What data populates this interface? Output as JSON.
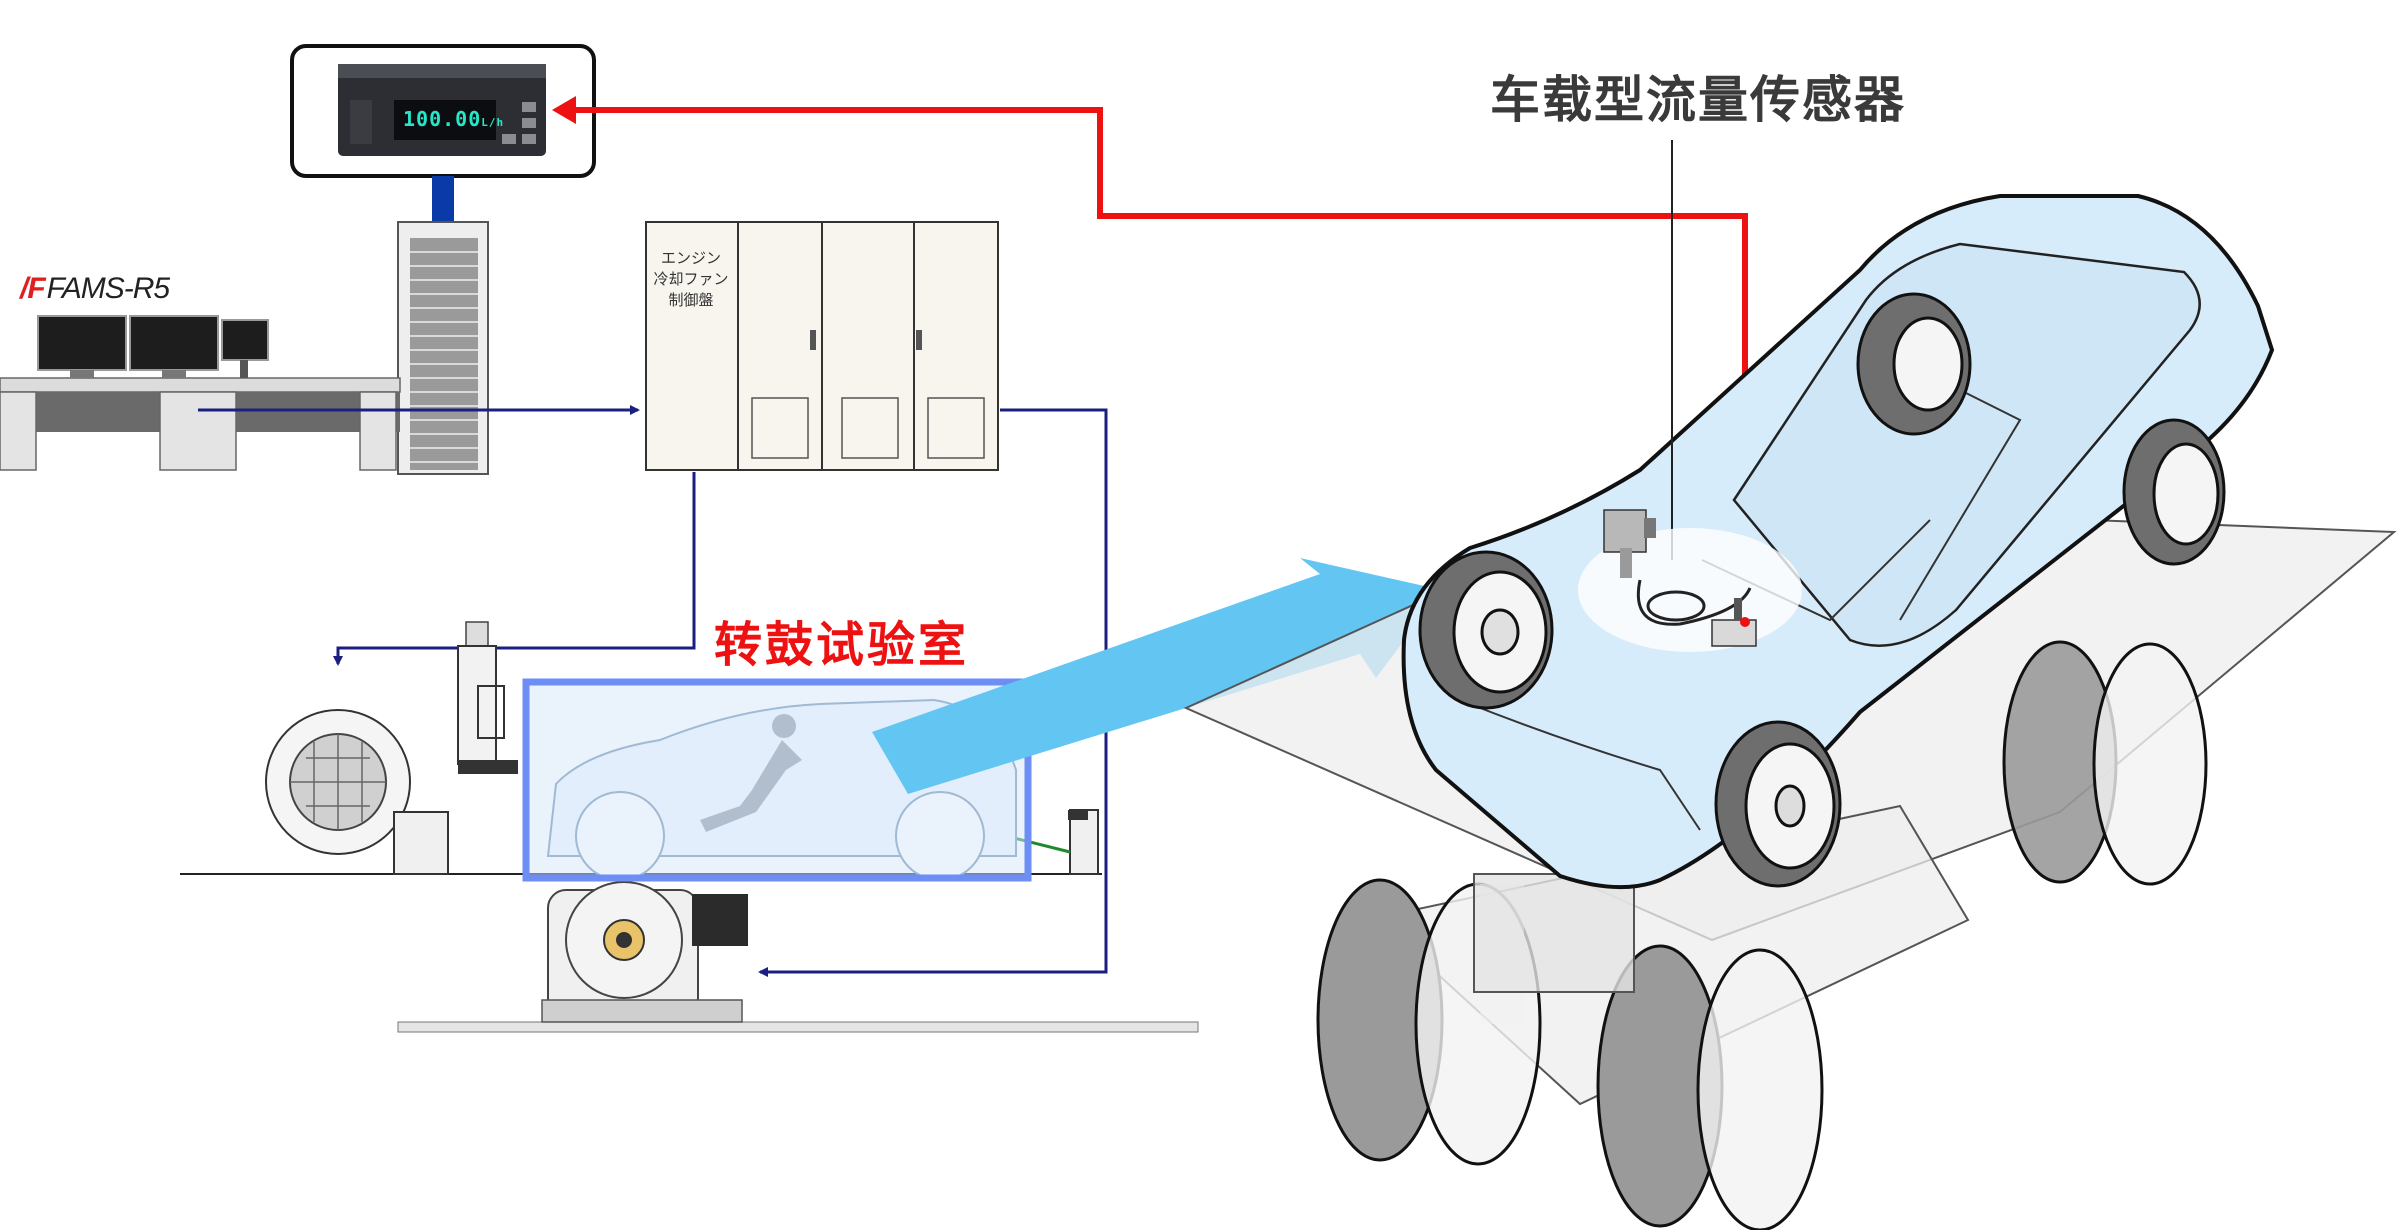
{
  "labels": {
    "sensor_title": "车载型流量传感器",
    "chamber_title": "转鼓试验室",
    "control_panel": "エンジン\n冷却ファン\n制御盤",
    "system_logo": "FAMS-R5",
    "meter_value": "100.00",
    "meter_unit": "L/h"
  },
  "colors": {
    "signal_line": "#ee1111",
    "data_arrow": "#0a3aa8",
    "control_line": "#1a1f80",
    "highlight_arrow": "#63c6f2",
    "chamber_box": "#6c8ef5",
    "car_body": "#d7ecfa"
  }
}
